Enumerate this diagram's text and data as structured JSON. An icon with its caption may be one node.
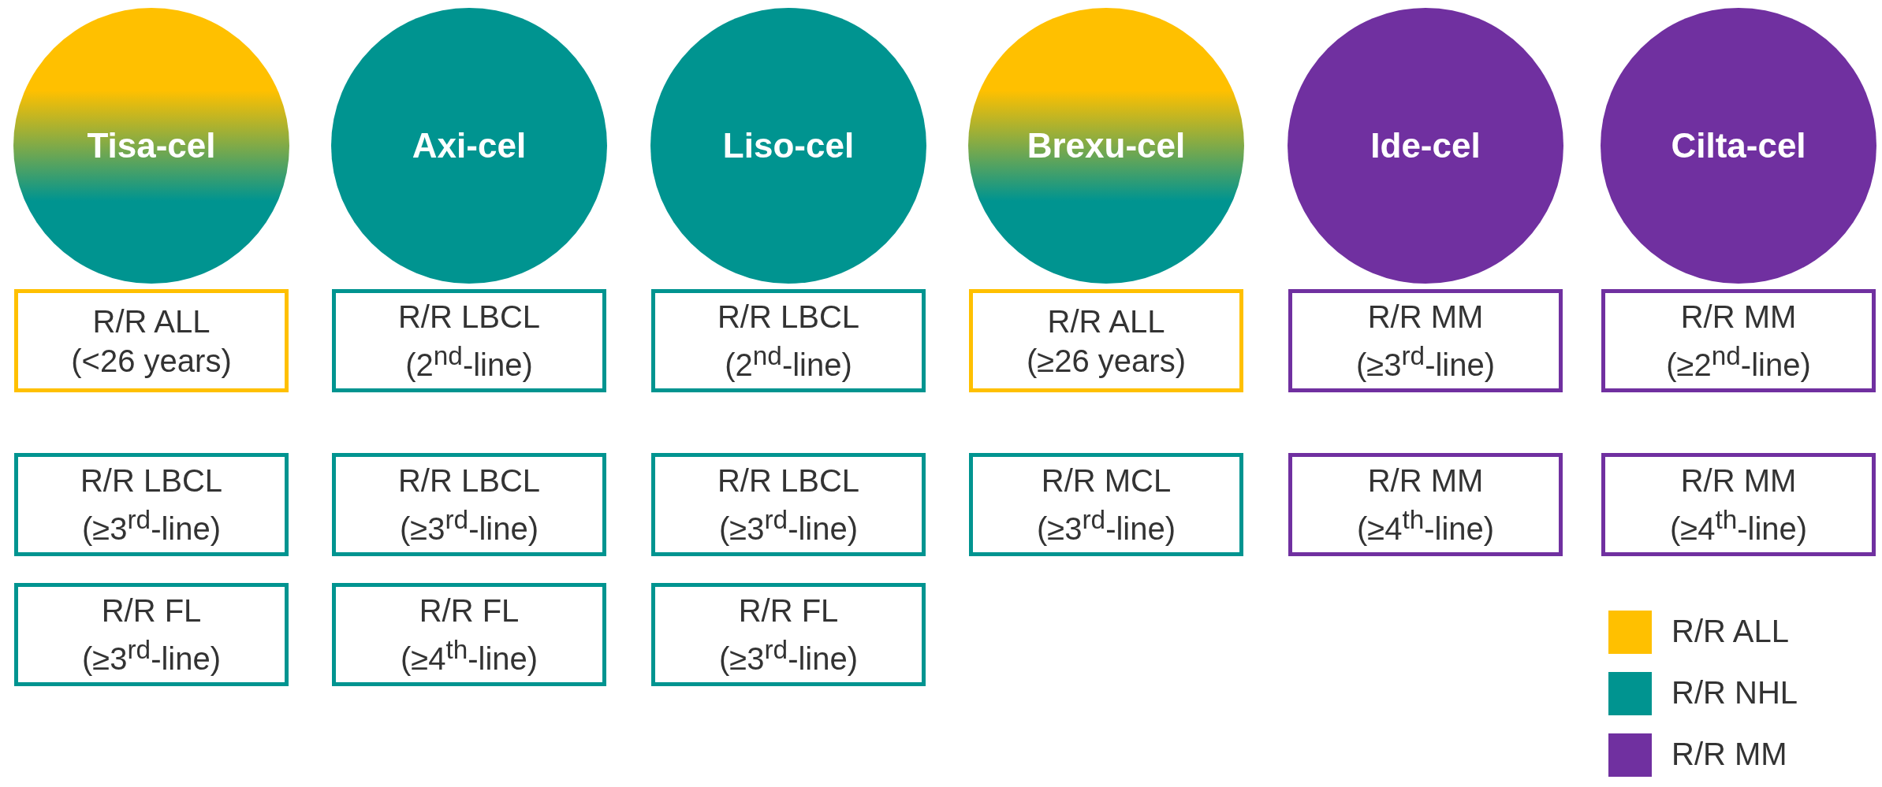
{
  "diagram": {
    "nodes": [
      {
        "text": [
          "Tisa-cel"
        ]
      },
      {
        "text": [
          "Axi-cel"
        ]
      },
      {
        "text": [
          "Liso-cel"
        ]
      },
      {
        "text": [
          "Brexu-cel"
        ]
      },
      {
        "text": [
          "Ide-cel"
        ]
      },
      {
        "text": [
          "Cilta-cel"
        ]
      },
      {
        "text": [
          "R/R ALL",
          "(<26 years)"
        ]
      },
      {
        "text": [
          "R/R LBCL",
          "(2$^{nd}$-line)"
        ]
      },
      {
        "text": [
          "R/R LBCL",
          "(2$^{nd}$-line)"
        ]
      },
      {
        "text": [
          "R/R ALL",
          "(≥26 years)"
        ]
      },
      {
        "text": [
          "R/R MM",
          "(≥3$^{rd}$-line)"
        ]
      },
      {
        "text": [
          "R/R MM",
          "(≥2$^{nd}$-line)"
        ]
      },
      {
        "text": [
          "R/R LBCL",
          "(≥3$^{rd}$-line)"
        ]
      },
      {
        "text": [
          "R/R LBCL",
          "(≥3$^{rd}$-line)"
        ]
      },
      {
        "text": [
          "R/R LBCL",
          "(≥3$^{rd}$-line)"
        ]
      },
      {
        "text": [
          "R/R MCL",
          "(≥3$^{rd}$-line)"
        ]
      },
      {
        "text": [
          "R/R MM",
          "(≥4$^{th}$-line)"
        ]
      },
      {
        "text": [
          "R/R MM",
          "(≥4$^{th}$-line)"
        ]
      },
      {
        "text": [
          "R/R FL",
          "(≥3$^{rd}$-line)"
        ]
      },
      {
        "text": [
          "R/R FL",
          "(≥4$^{th}$-line)"
        ]
      },
      {
        "text": [
          "R/R FL",
          "(≥3$^{rd}$-line)"
        ]
      }
    ],
    "legend": [
      {
        "text": "R/R ALL",
        "color": "#ffc000"
      },
      {
        "text": "R/R NHL",
        "color": "#009490"
      },
      {
        "text": "R/R MM",
        "color": "#7030a0"
      }
    ]
  }
}
